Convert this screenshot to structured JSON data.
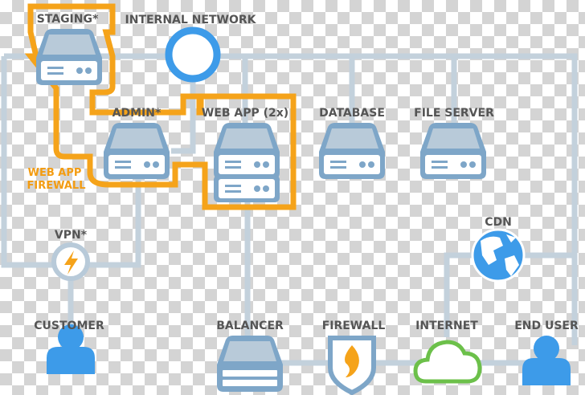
{
  "labels": {
    "staging": "STAGING*",
    "internal_network": "INTERNAL NETWORK",
    "admin": "ADMIN*",
    "web_app": "WEB APP (2x)",
    "database": "DATABASE",
    "file_server": "FILE SERVER",
    "waf_line1": "WEB APP",
    "waf_line2": "FIREWALL",
    "vpn": "VPN*",
    "cdn": "CDN",
    "customer": "CUSTOMER",
    "balancer": "BALANCER",
    "firewall": "FIREWALL",
    "internet": "INTERNET",
    "end_user": "END USER"
  },
  "colors": {
    "line": "#c3d1dc",
    "server": "#7ea6c8",
    "server_light": "#b8cad9",
    "waf": "#f5a31a",
    "network": "#3d9be9",
    "cloud": "#6cc04a",
    "user": "#3d9be9"
  }
}
